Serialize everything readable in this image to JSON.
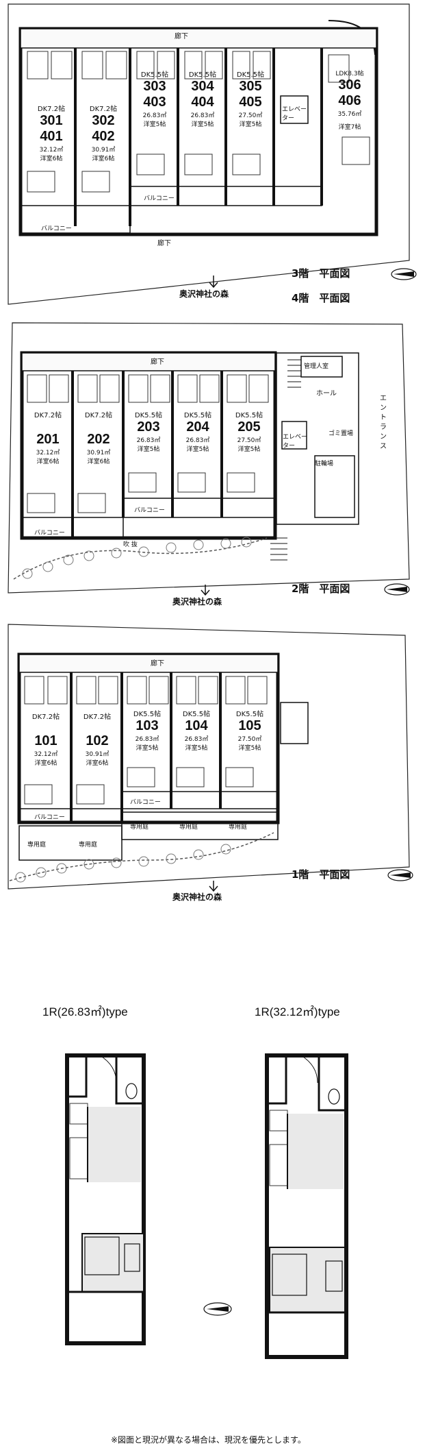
{
  "plans": {
    "floor34": {
      "corridor_top": "廊下",
      "corridor_bottom": "廊下",
      "elevator": "エレベーター",
      "rooms": [
        {
          "num_a": "301",
          "num_b": "401",
          "dk": "DK7.2帖",
          "area": "32.12㎡",
          "western": "洋室6帖"
        },
        {
          "num_a": "302",
          "num_b": "402",
          "dk": "DK7.2帖",
          "area": "30.91㎡",
          "western": "洋室6帖"
        },
        {
          "num_a": "303",
          "num_b": "403",
          "dk": "DK5.5帖",
          "area": "26.83㎡",
          "western": "洋室5帖"
        },
        {
          "num_a": "304",
          "num_b": "404",
          "dk": "DK5.5帖",
          "area": "26.83㎡",
          "western": "洋室5帖"
        },
        {
          "num_a": "305",
          "num_b": "405",
          "dk": "DK5.5帖",
          "area": "27.50㎡",
          "western": "洋室5帖"
        },
        {
          "num_a": "306",
          "num_b": "406",
          "dk": "LDK8.3帖",
          "area": "35.76㎡",
          "western": "洋室7帖"
        }
      ],
      "balcony": "バルコニー",
      "forest": "奥沢神社の森",
      "caption1": "3階　平面図",
      "caption2": "4階　平面図"
    },
    "floor2": {
      "corridor_top": "廊下",
      "manager": "管理人室",
      "hall": "ホール",
      "entrance": "エントランス",
      "elevator": "エレベーター",
      "trash": "ゴミ置場",
      "bike": "駐輪場",
      "fukinuke": "吹 抜",
      "rooms": [
        {
          "num": "201",
          "dk": "DK7.2帖",
          "area": "32.12㎡",
          "western": "洋室6帖"
        },
        {
          "num": "202",
          "dk": "DK7.2帖",
          "area": "30.91㎡",
          "western": "洋室6帖"
        },
        {
          "num": "203",
          "dk": "DK5.5帖",
          "area": "26.83㎡",
          "western": "洋室5帖"
        },
        {
          "num": "204",
          "dk": "DK5.5帖",
          "area": "26.83㎡",
          "western": "洋室5帖"
        },
        {
          "num": "205",
          "dk": "DK5.5帖",
          "area": "27.50㎡",
          "western": "洋室5帖"
        }
      ],
      "balcony": "バルコニー",
      "forest": "奥沢神社の森",
      "caption": "2階　平面図"
    },
    "floor1": {
      "corridor_top": "廊下",
      "rooms": [
        {
          "num": "101",
          "dk": "DK7.2帖",
          "area": "32.12㎡",
          "western": "洋室6帖"
        },
        {
          "num": "102",
          "dk": "DK7.2帖",
          "area": "30.91㎡",
          "western": "洋室6帖"
        },
        {
          "num": "103",
          "dk": "DK5.5帖",
          "area": "26.83㎡",
          "western": "洋室5帖"
        },
        {
          "num": "104",
          "dk": "DK5.5帖",
          "area": "26.83㎡",
          "western": "洋室5帖"
        },
        {
          "num": "105",
          "dk": "DK5.5帖",
          "area": "27.50㎡",
          "western": "洋室5帖"
        }
      ],
      "balcony": "バルコニー",
      "garden": "専用庭",
      "forest": "奥沢神社の森",
      "caption": "1階　平面図"
    }
  },
  "types": {
    "left_title": "1R(26.83㎡)type",
    "right_title": "1R(32.12㎡)type"
  },
  "note": "※図面と現況が異なる場合は、現況を優先とします。"
}
